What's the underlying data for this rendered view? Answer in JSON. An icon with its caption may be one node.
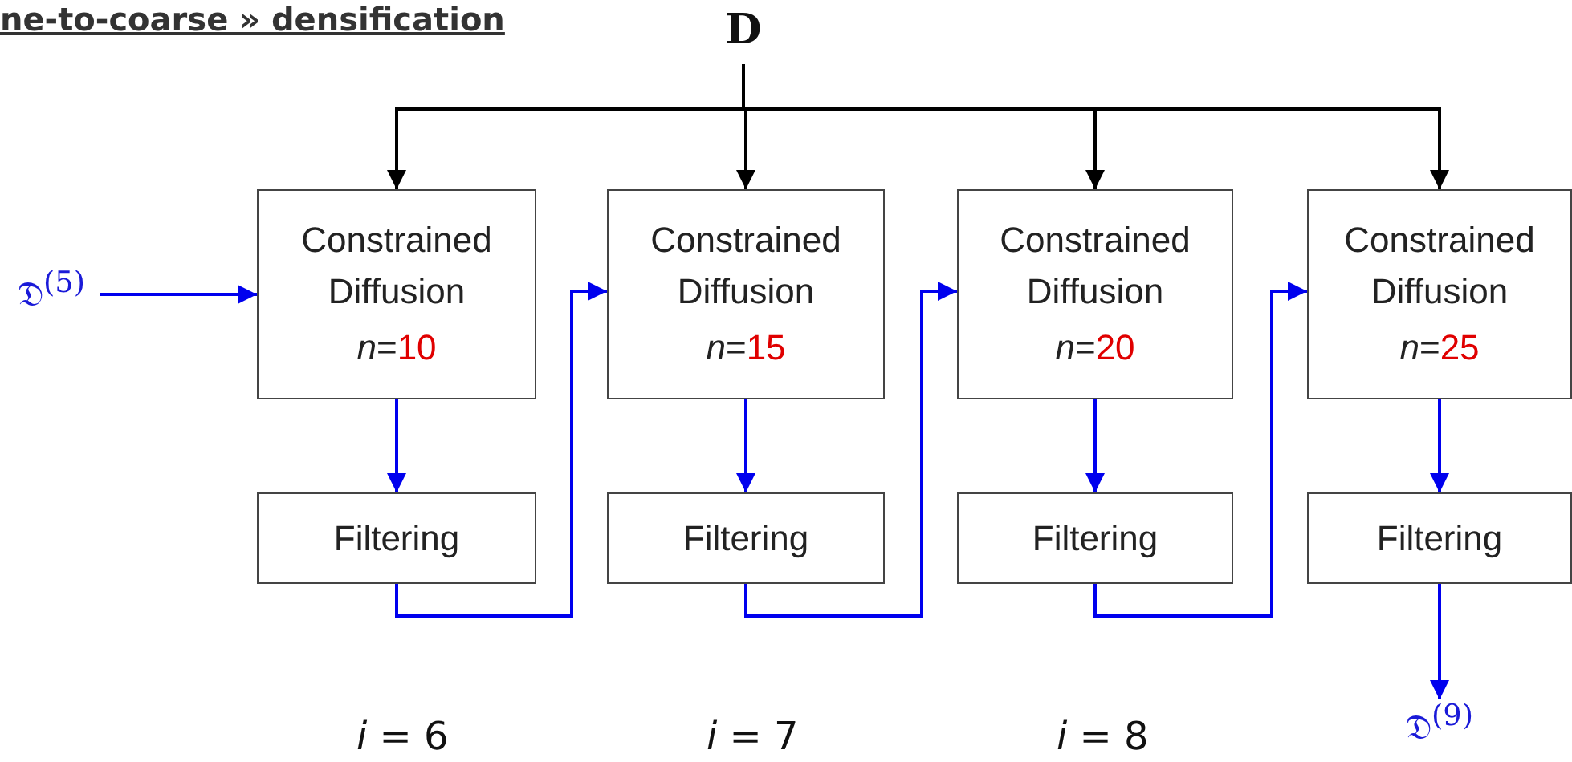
{
  "diagram": {
    "title": "ne-to-coarse » densification",
    "nodes": [
      {
        "text": [
          "D"
        ]
      },
      {
        "text": [
          "Constrained Diffusion",
          "*n*=10"
        ]
      },
      {
        "text": [
          "Constrained Diffusion",
          "*n*=15"
        ]
      },
      {
        "text": [
          "Constrained Diffusion",
          "*n*=20"
        ]
      },
      {
        "text": [
          "Constrained Diffusion",
          "*n*=25"
        ]
      },
      {
        "text": [
          "Filtering"
        ]
      },
      {
        "text": [
          "Filtering"
        ]
      },
      {
        "text": [
          "Filtering"
        ]
      },
      {
        "text": [
          "Filtering"
        ]
      },
      {
        "text": [
          "𝔇$^{(5)}$"
        ]
      },
      {
        "text": [
          "𝔇$^{(9)}$"
        ]
      }
    ],
    "edges": [
      {
        "from": 0,
        "to": 1,
        "arrow": "to",
        "color": "#000000"
      },
      {
        "from": 0,
        "to": 2,
        "arrow": "to",
        "color": "#000000"
      },
      {
        "from": 0,
        "to": 3,
        "arrow": "to",
        "color": "#000000"
      },
      {
        "from": 0,
        "to": 4,
        "arrow": "to",
        "color": "#000000"
      },
      {
        "from": 9,
        "to": 1,
        "arrow": "to"
      },
      {
        "from": 1,
        "to": 5,
        "arrow": "to"
      },
      {
        "from": 5,
        "to": 2,
        "arrow": "to"
      },
      {
        "from": 2,
        "to": 6,
        "arrow": "to"
      },
      {
        "from": 6,
        "to": 3,
        "arrow": "to"
      },
      {
        "from": 3,
        "to": 7,
        "arrow": "to"
      },
      {
        "from": 7,
        "to": 4,
        "arrow": "to"
      },
      {
        "from": 4,
        "to": 8,
        "arrow": "to"
      },
      {
        "from": 8,
        "to": 10,
        "arrow": "to"
      }
    ],
    "labels": [
      "*i* = 6",
      "*i* = 7",
      "*i* = 8"
    ]
  }
}
